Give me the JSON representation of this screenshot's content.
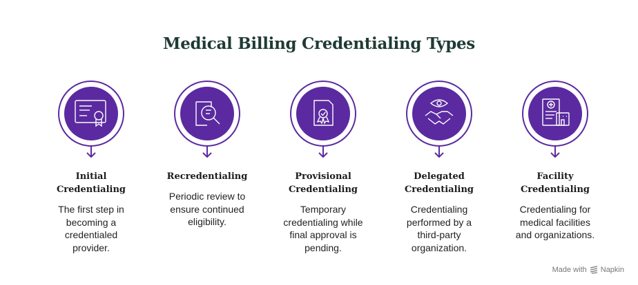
{
  "title": "Medical Billing Credentialing Types",
  "accent_color": "#5b2aa0",
  "ring_color": "#5b2aa0",
  "items": [
    {
      "heading_lines": [
        "Initial",
        "Credentialing"
      ],
      "desc_lines": [
        "The first step in",
        "becoming a",
        "credentialed",
        "provider."
      ],
      "icon": "certificate-icon"
    },
    {
      "heading_lines": [
        "Recredentialing"
      ],
      "desc_lines": [
        "Periodic review to",
        "ensure continued",
        "eligibility."
      ],
      "icon": "document-search-icon"
    },
    {
      "heading_lines": [
        "Provisional",
        "Credentialing"
      ],
      "desc_lines": [
        "Temporary",
        "credentialing while",
        "final approval is",
        "pending."
      ],
      "icon": "badge-document-icon"
    },
    {
      "heading_lines": [
        "Delegated",
        "Credentialing"
      ],
      "desc_lines": [
        "Credentialing",
        "performed by a",
        "third-party",
        "organization."
      ],
      "icon": "handshake-eye-icon"
    },
    {
      "heading_lines": [
        "Facility",
        "Credentialing"
      ],
      "desc_lines": [
        "Credentialing for",
        "medical facilities",
        "and organizations."
      ],
      "icon": "medical-facility-icon"
    }
  ],
  "footer": {
    "made_with": "Made with",
    "brand": "Napkin",
    "icon": "napkin-logo-icon"
  }
}
